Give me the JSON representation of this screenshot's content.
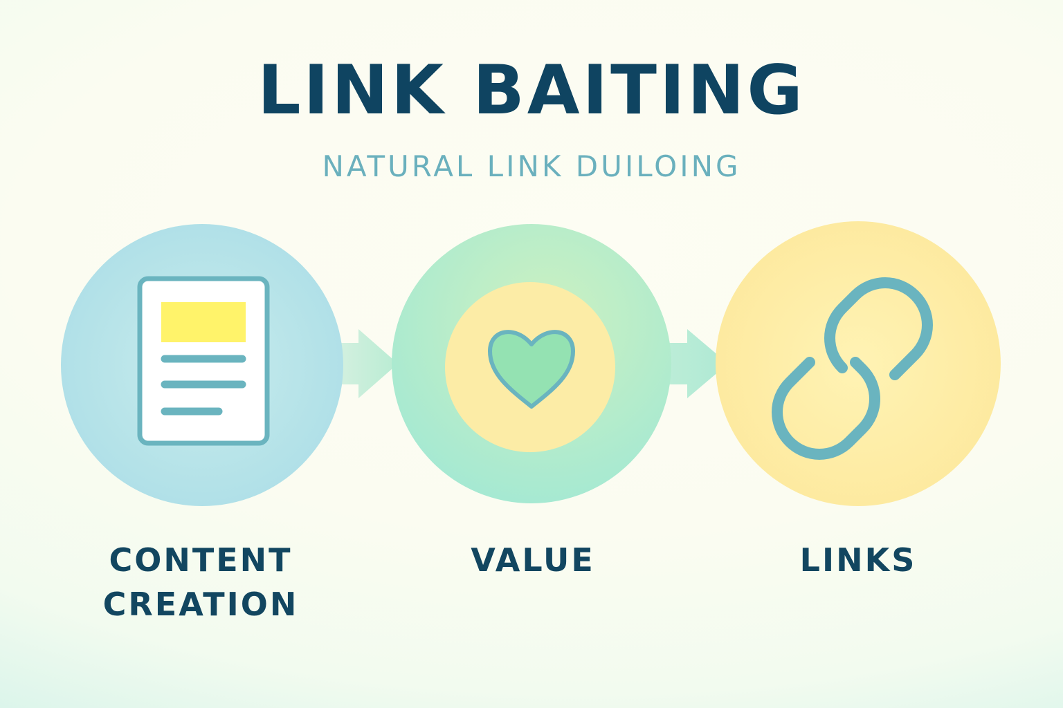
{
  "header": {
    "title": "LINK BAITING",
    "subtitle": "NATURAL LINK DUILOING"
  },
  "steps": [
    {
      "label_line1": "CONTENT",
      "label_line2": "CREATION",
      "icon": "document-icon"
    },
    {
      "label_line1": "VALUE",
      "icon": "heart-icon"
    },
    {
      "label_line1": "LINKS",
      "icon": "chain-link-icon"
    }
  ],
  "colors": {
    "title": "#0f4461",
    "subtitle": "#6ab0bd",
    "label": "#124660",
    "circle_blue": "#b6e2e8",
    "circle_green": "#b2ecd0",
    "circle_yellow": "#fdeea6",
    "icon_stroke": "#6ab4bf",
    "doc_highlight": "#fff36a",
    "heart_fill": "#94e2b2"
  }
}
